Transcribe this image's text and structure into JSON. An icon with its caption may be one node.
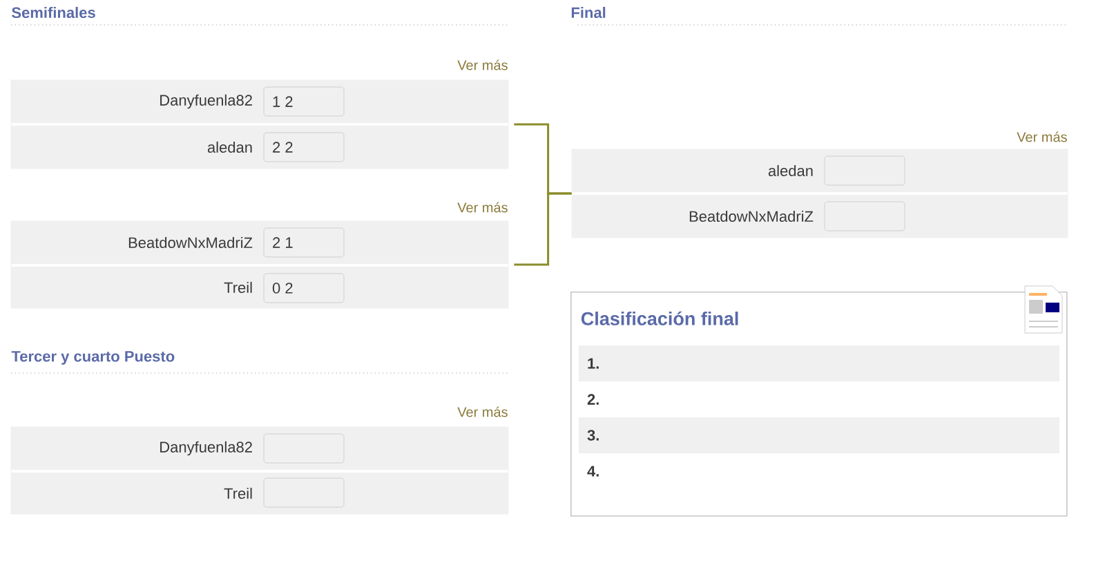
{
  "diagram": {
    "nodes": [
      {
        "text": [],
        "shape": "box"
      },
      {
        "text": [
          "Danyfuenla82"
        ],
        "in": 0
      },
      {
        "text": [
          "1 2"
        ],
        "in": 1
      },
      {
        "text": [
          "aledan"
        ],
        "in": 0
      },
      {
        "text": [
          "2 2"
        ],
        "in": 3
      },
      {
        "text": [],
        "shape": "box"
      },
      {
        "text": [
          "BeatdowNxMadriZ"
        ],
        "in": 5
      },
      {
        "text": [
          "2 1"
        ],
        "in": 6
      },
      {
        "text": [
          "Treil"
        ],
        "in": 5
      },
      {
        "text": [
          "0 2"
        ],
        "in": 8
      },
      {
        "text": [],
        "shape": "box"
      },
      {
        "text": [
          "Danyfuenla82"
        ],
        "in": 10
      },
      {
        "text": [],
        "shape": "box",
        "in": 11
      },
      {
        "text": [
          "Treil"
        ],
        "in": 10
      },
      {
        "text": [],
        "shape": "box",
        "in": 13
      },
      {
        "text": [],
        "shape": "box"
      },
      {
        "text": [
          "aledan"
        ],
        "in": 15
      },
      {
        "text": [],
        "shape": "box",
        "in": 16
      },
      {
        "text": [
          "BeatdowNxMadriZ"
        ],
        "in": 15
      },
      {
        "text": [],
        "shape": "box",
        "in": 18
      },
      {
        "text": [
          "Clasificación final"
        ]
      },
      {
        "text": [
          "1."
        ],
        "in": 20
      },
      {
        "text": [
          "2."
        ],
        "in": 20
      },
      {
        "text": [
          "3."
        ],
        "in": 20
      },
      {
        "text": [
          "4."
        ],
        "in": 20
      }
    ],
    "edges": [
      {
        "from": 0,
        "to": 15,
        "arrow": "none"
      },
      {
        "from": 5,
        "to": 15,
        "arrow": "none"
      }
    ],
    "labels": [
      "Semifinales",
      "Ver más",
      "Ver más",
      "Tercer y cuarto Puesto",
      "Ver más",
      "Final",
      "Ver más"
    ]
  }
}
